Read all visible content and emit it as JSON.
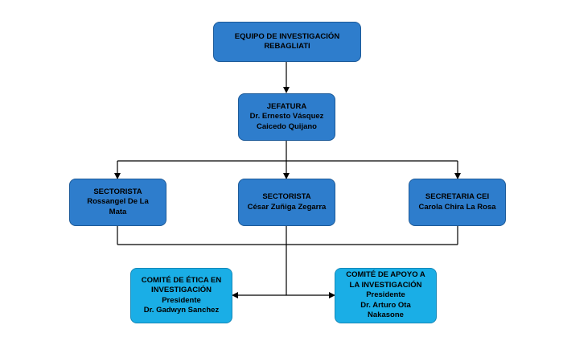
{
  "nodes": {
    "root": {
      "lines": [
        "EQUIPO DE INVESTIGACIÓN",
        "REBAGLIATI"
      ],
      "color": "#2e7dcc"
    },
    "jefatura": {
      "lines": [
        "JEFATURA",
        "Dr. Ernesto Vásquez",
        "Caicedo Quijano"
      ],
      "color": "#2e7dcc"
    },
    "sectorista1": {
      "lines": [
        "SECTORISTA",
        "Rossangel De La",
        "Mata"
      ],
      "color": "#2e7dcc"
    },
    "sectorista2": {
      "lines": [
        "SECTORISTA",
        "César Zuñiga Zegarra"
      ],
      "color": "#2e7dcc"
    },
    "secretaria": {
      "lines": [
        "SECRETARIA CEI",
        "Carola Chira La Rosa"
      ],
      "color": "#2e7dcc"
    },
    "comite_etica": {
      "lines": [
        "COMITÉ DE ÉTICA EN",
        "INVESTIGACIÓN",
        "Presidente",
        "Dr. Gadwyn Sanchez"
      ],
      "color": "#1aaee6"
    },
    "comite_apoyo": {
      "lines": [
        "COMITÉ DE APOYO A",
        "LA INVESTIGACIÓN",
        "Presidente",
        "Dr. Arturo Ota",
        "Nakasone"
      ],
      "color": "#1aaee6"
    }
  }
}
